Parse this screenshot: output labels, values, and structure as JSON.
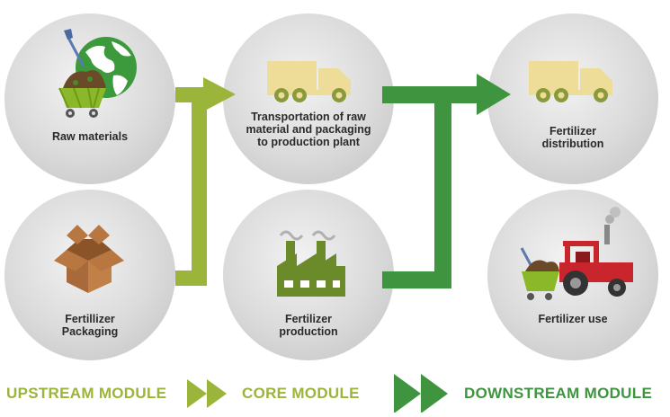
{
  "colors": {
    "upstream": "#9bb43a",
    "core": "#9bb43a",
    "downstream": "#3f9440",
    "circle": "#dcdcdc",
    "truck": "#eedd99",
    "wheel": "#8a9a3a",
    "tractor_red": "#c8262c",
    "box_brown": "#a86a3a",
    "factory_green": "#6b8a2a",
    "label_text": "#2a2a2a"
  },
  "nodes": {
    "raw_materials": {
      "label": "Raw materials",
      "icon": "cart-and-globe-icon"
    },
    "transportation": {
      "label": "Transportation of raw material and packaging to production plant",
      "icon": "truck-icon"
    },
    "fertilizer_distribution": {
      "label": "Fertilizer distribution",
      "icon": "truck-icon"
    },
    "fertilizer_packaging": {
      "label": "Fertillizer Packaging",
      "icon": "box-icon"
    },
    "fertilizer_production": {
      "label": "Fertilizer production",
      "icon": "factory-icon"
    },
    "fertilizer_use": {
      "label": "Fertilizer use",
      "icon": "tractor-icon"
    }
  },
  "legend": {
    "upstream": "UPSTREAM MODULE",
    "core": "CORE MODULE",
    "downstream": "DOWNSTREAM MODULE"
  }
}
